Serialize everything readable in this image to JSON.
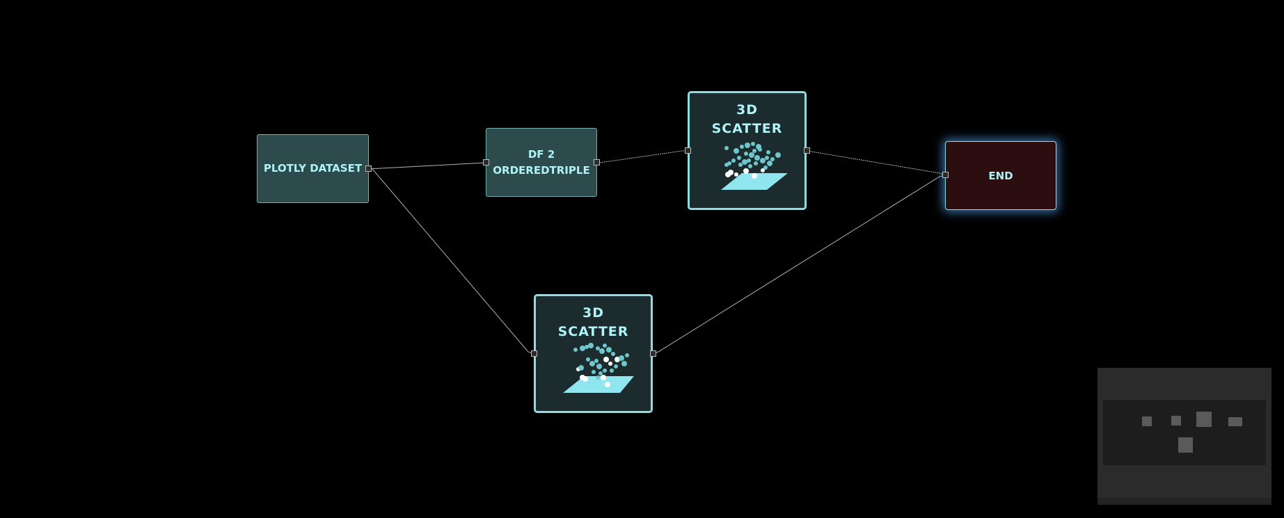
{
  "canvas": {
    "background": "#000000",
    "edge_color": "#b4b4b4"
  },
  "nodes": {
    "plotly_dataset": {
      "label": "PLOTLY DATASET",
      "color": "#2d4a4c"
    },
    "df2_orderedtriple": {
      "label": "DF 2\nORDEREDTRIPLE",
      "color": "#2d4a4c"
    },
    "scatter_top": {
      "label": "3D\nSCATTER",
      "icon": "3d-scatter-icon",
      "color": "#1c2b2e"
    },
    "scatter_bottom": {
      "label": "3D\nSCATTER",
      "icon": "3d-scatter-icon",
      "color": "#1c2b2e"
    },
    "end": {
      "label": "END",
      "color": "#2c0d10"
    }
  },
  "edges": [
    {
      "from": "plotly_dataset",
      "to": "df2_orderedtriple"
    },
    {
      "from": "plotly_dataset",
      "to": "scatter_bottom"
    },
    {
      "from": "df2_orderedtriple",
      "to": "scatter_top"
    },
    {
      "from": "scatter_top",
      "to": "end"
    },
    {
      "from": "scatter_bottom",
      "to": "end"
    }
  ],
  "minimap": {
    "visible": true
  }
}
